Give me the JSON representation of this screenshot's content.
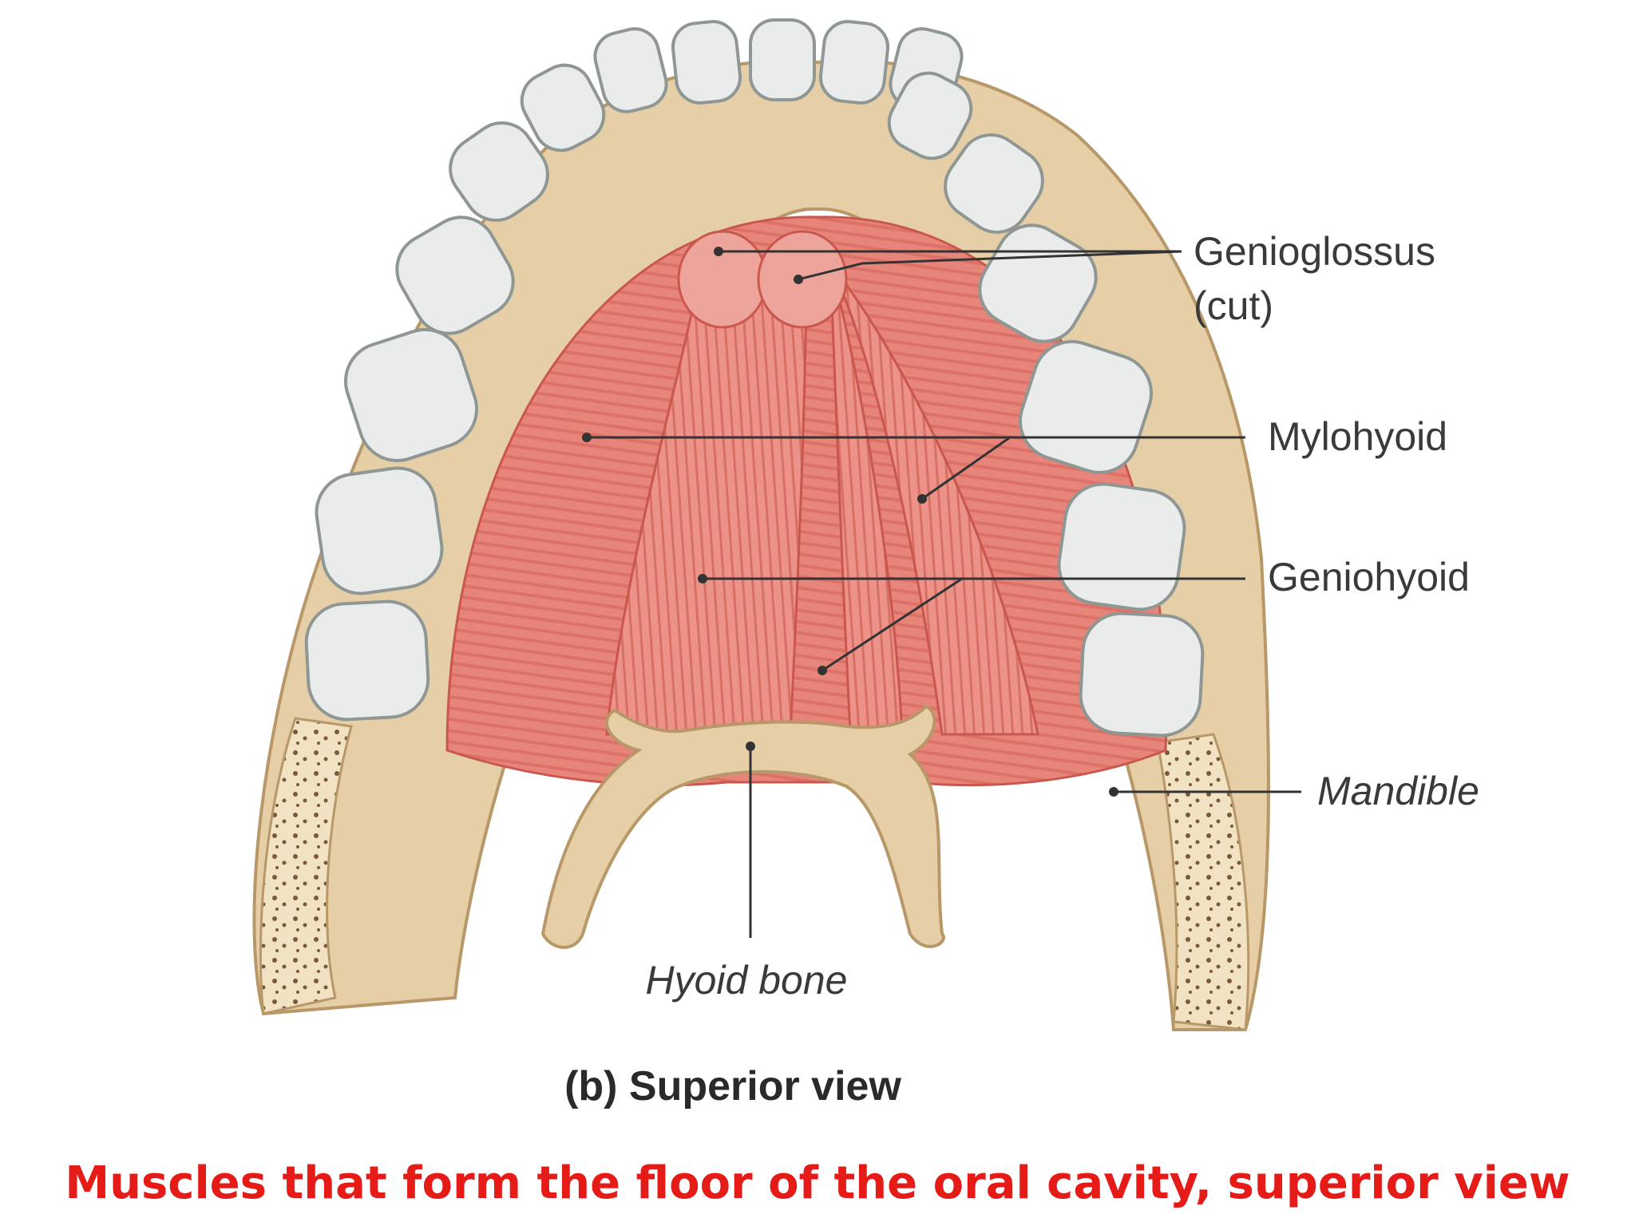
{
  "figure": {
    "subcaption": "(b) Superior view",
    "caption": "Muscles that form the floor of the oral cavity, superior view",
    "caption_color": "#e41b17"
  },
  "labels": {
    "genioglossus_line1": "Genioglossus",
    "genioglossus_line2": "(cut)",
    "mylohyoid": "Mylohyoid",
    "geniohyoid": "Geniohyoid",
    "mandible": "Mandible",
    "hyoid_bone": "Hyoid bone"
  },
  "colors": {
    "bone": "#e6cfa6",
    "bone_edge": "#b89868",
    "muscle": "#e8857a",
    "muscle_dark": "#c9574d",
    "tooth": "#e9ecea",
    "tooth_edge": "#8f9794",
    "leader": "#333333"
  }
}
